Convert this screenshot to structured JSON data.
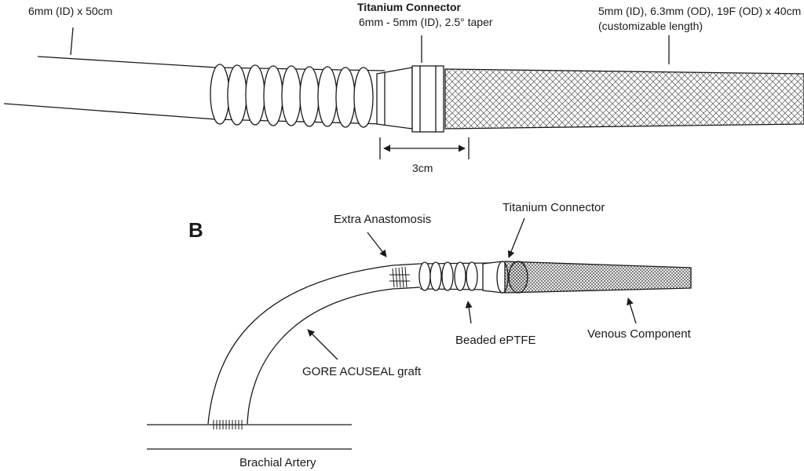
{
  "panel_a": {
    "tube_label": "6mm (ID) x 50cm",
    "connector_title": "Titanium Connector",
    "connector_spec": "6mm - 5mm (ID), 2.5° taper",
    "venous_spec": "5mm (ID), 6.3mm (OD), 19F (OD) x 40cm",
    "venous_note": "(customizable length)",
    "dimension": "3cm"
  },
  "panel_b": {
    "letter": "B",
    "extra_anastomosis": "Extra Anastomosis",
    "titanium_connector": "Titanium Connector",
    "beaded_eptfe": "Beaded ePTFE",
    "venous_component": "Venous Component",
    "graft": "GORE ACUSEAL graft",
    "artery": "Brachial Artery"
  },
  "colors": {
    "ink": "#1a1a1a",
    "background": "#ffffff"
  }
}
